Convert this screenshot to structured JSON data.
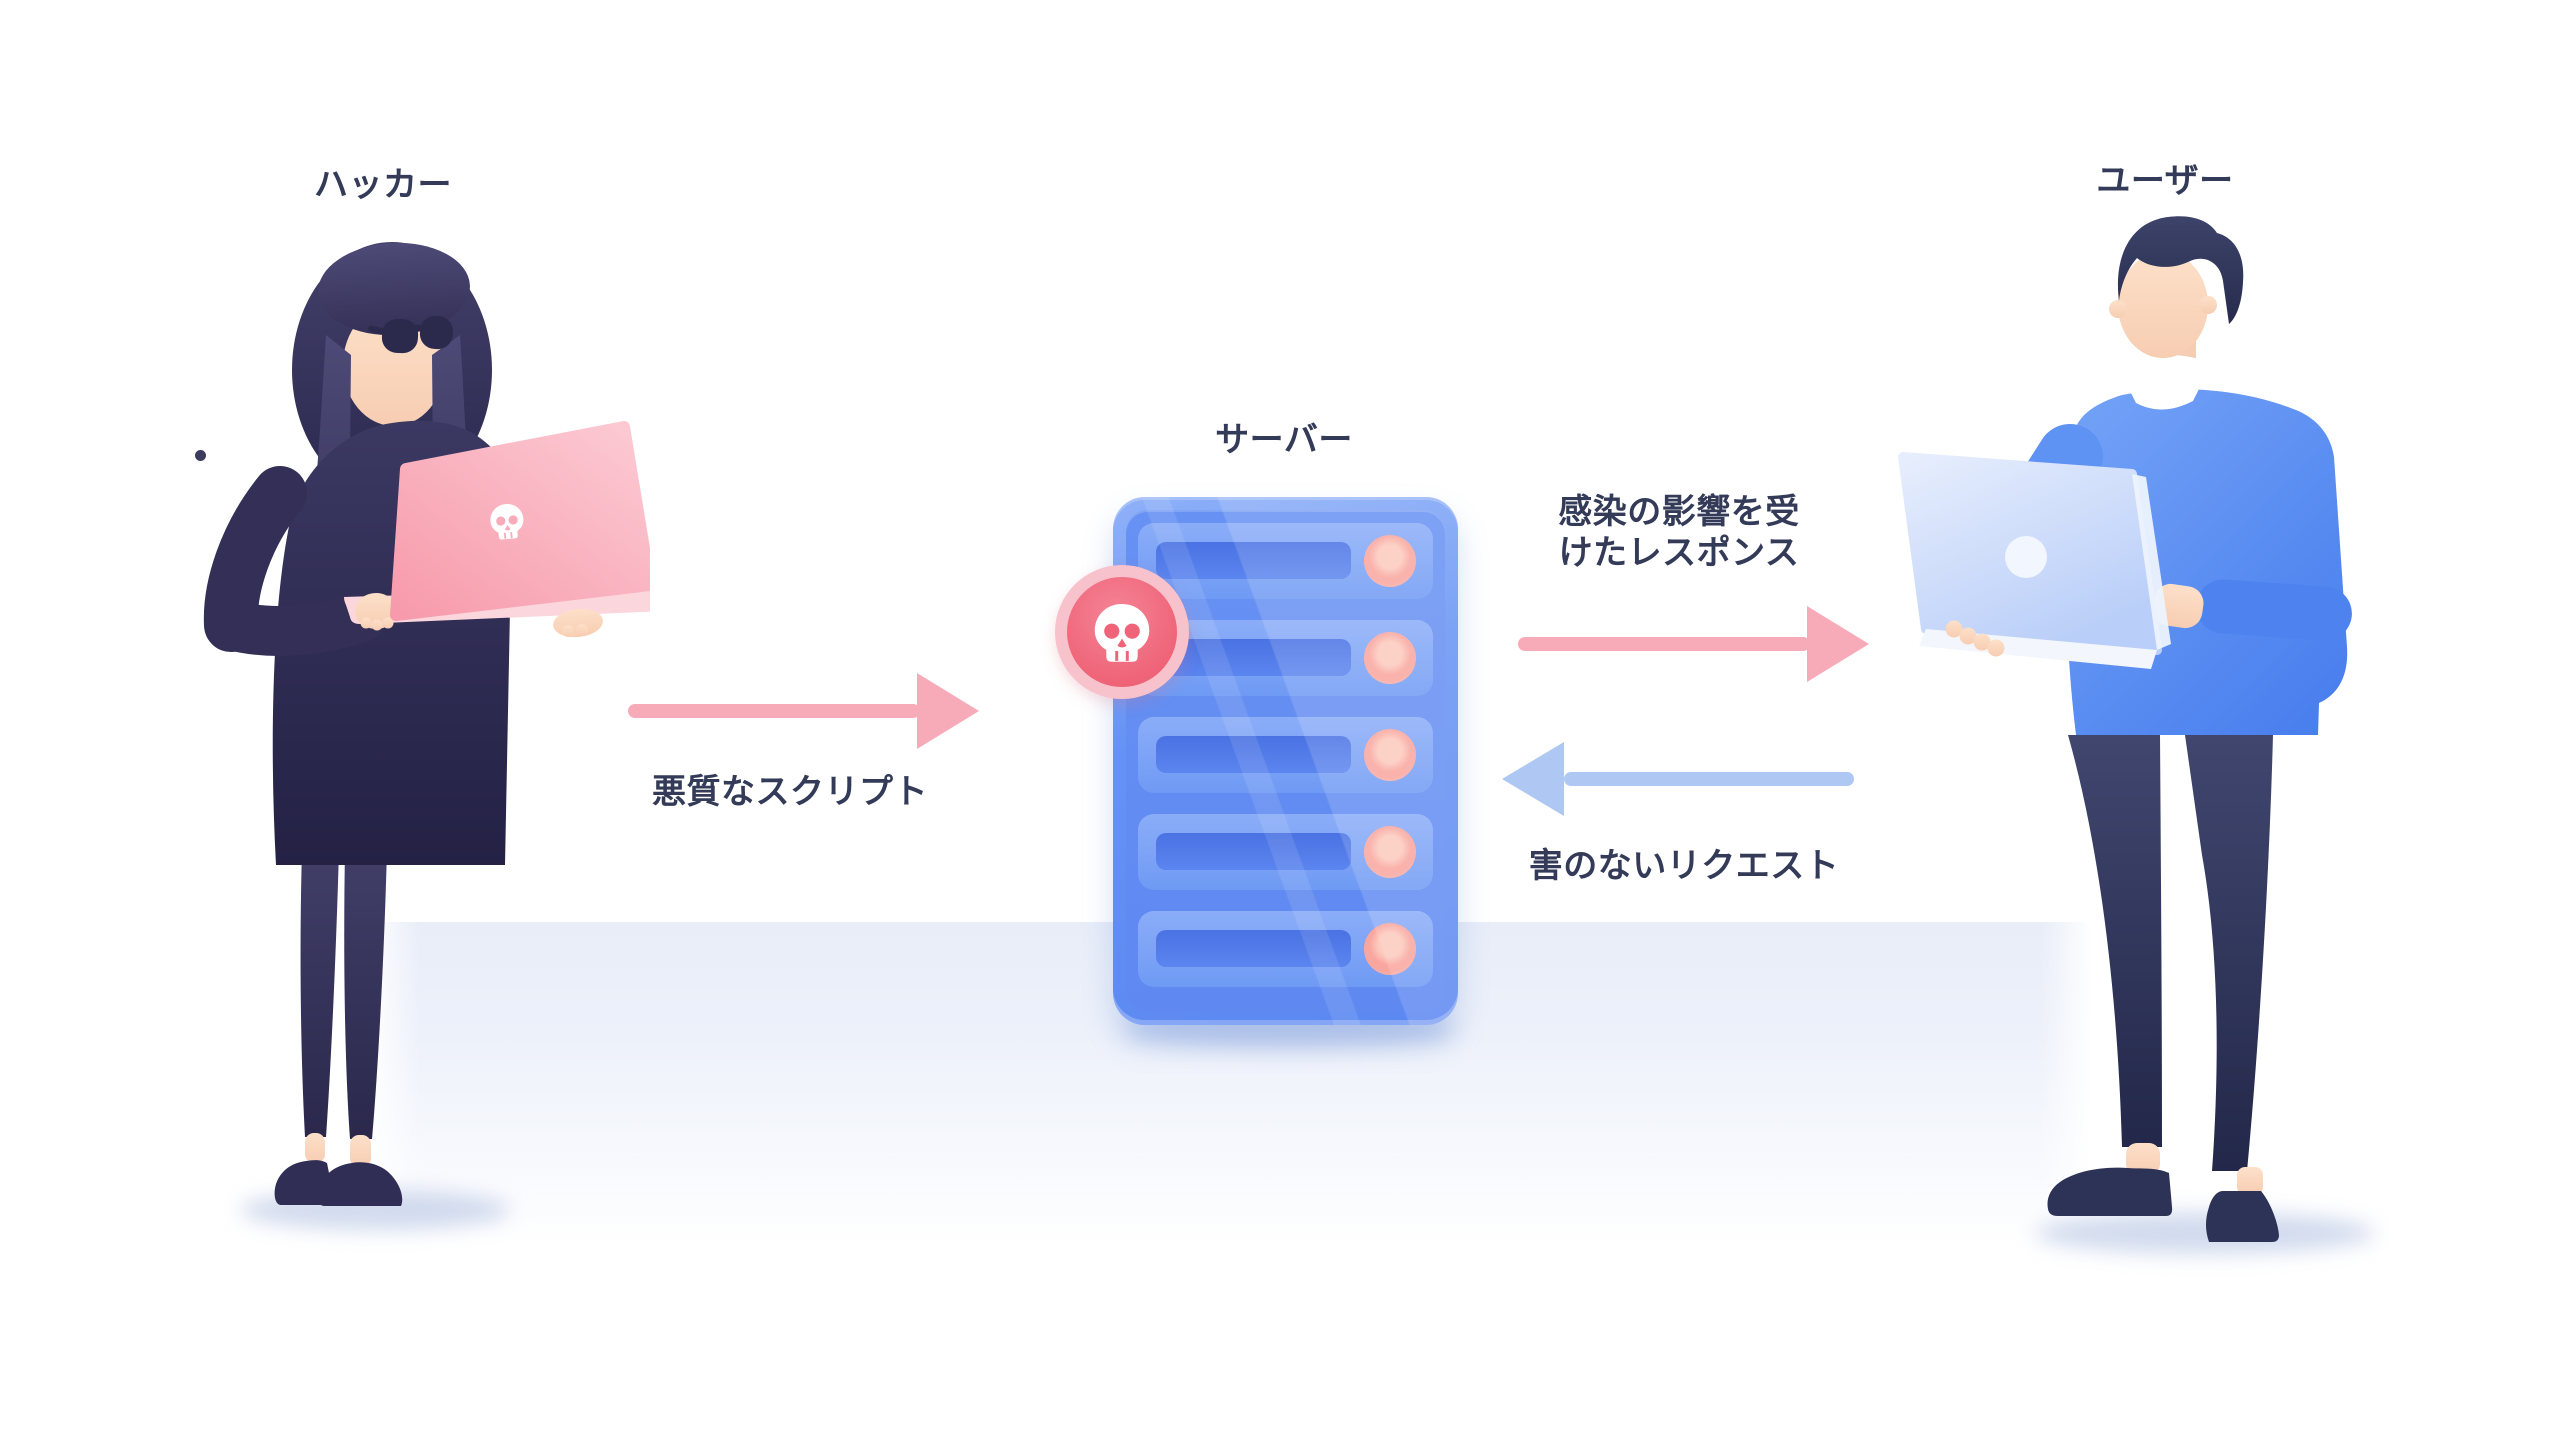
{
  "page": {
    "title": "XSS attack flow diagram",
    "background": "#ffffff",
    "text_color": "#343b58"
  },
  "actors": {
    "hacker": {
      "label": "ハッカー"
    },
    "server": {
      "label": "サーバー"
    },
    "user": {
      "label": "ユーザー"
    }
  },
  "flows": {
    "malicious_script": {
      "label": "悪質なスクリプト",
      "from": "hacker",
      "to": "server",
      "color": "#f7abb8"
    },
    "infected_response": {
      "label": "感染の影響を受けたレスポンス",
      "label_line1": "感染の影響を受",
      "label_line2": "けたレスポンス",
      "from": "server",
      "to": "user",
      "color": "#f7abb8"
    },
    "harmless_request": {
      "label": "害のないリクエスト",
      "from": "user",
      "to": "server",
      "color": "#aec8f3"
    }
  },
  "icons": {
    "server_badge": "skull-icon",
    "hacker_laptop_logo": "skull-icon",
    "user_laptop_logo": "circle-logo"
  },
  "colors": {
    "arrow_pink": "#f7abb8",
    "arrow_blue": "#aec8f3",
    "server_blue": "#6190f4",
    "badge_pink": "#ef6478",
    "hacker_laptop_pink": "#f9aebc",
    "user_laptop_blue": "#cddcfa",
    "floor": "#e9eef8"
  }
}
